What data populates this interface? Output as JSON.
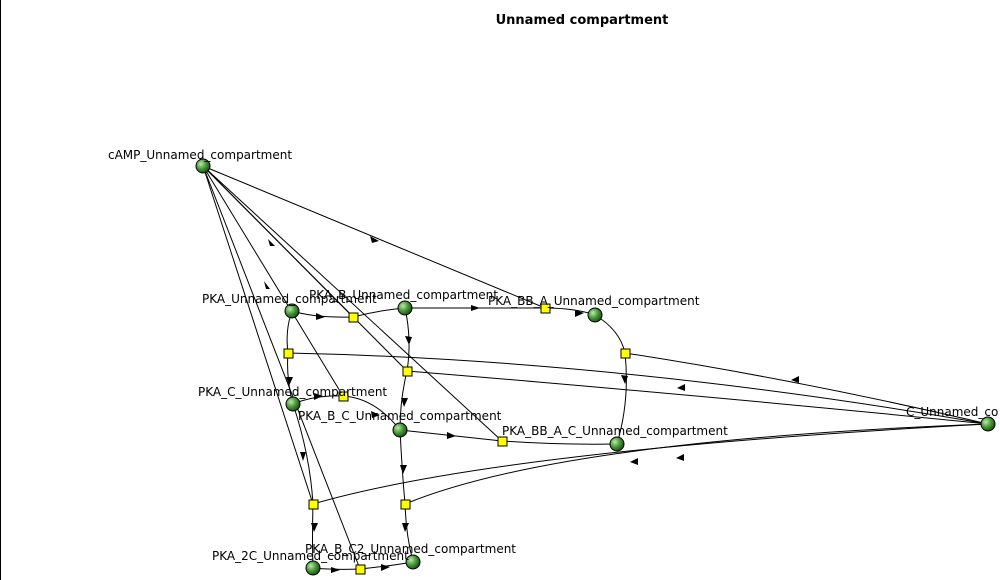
{
  "compartment": {
    "title": "Unnamed compartment"
  },
  "colors": {
    "species_fill": "#4a9a3a",
    "reaction_fill": "#ffff00",
    "edge": "#000000"
  },
  "species": {
    "camp": "cAMP_Unnamed_compartment",
    "pka": "PKA_Unnamed_compartment",
    "pka_b": "PKA_B_Unnamed_compartment",
    "pka_bb_a": "PKA_BB_A_Unnamed_compartment",
    "pka_c": "PKA_C_Unnamed_compartment",
    "pka_b_c": "PKA_B_C_Unnamed_compartment",
    "pka_bb_a_c": "PKA_BB_A_C_Unnamed_compartment",
    "c": "C_Unnamed_co",
    "pka_2c": "PKA_2C_Unnamed_compartment",
    "pka_b_c2": "PKA_B_C2_Unnamed_compartment"
  }
}
